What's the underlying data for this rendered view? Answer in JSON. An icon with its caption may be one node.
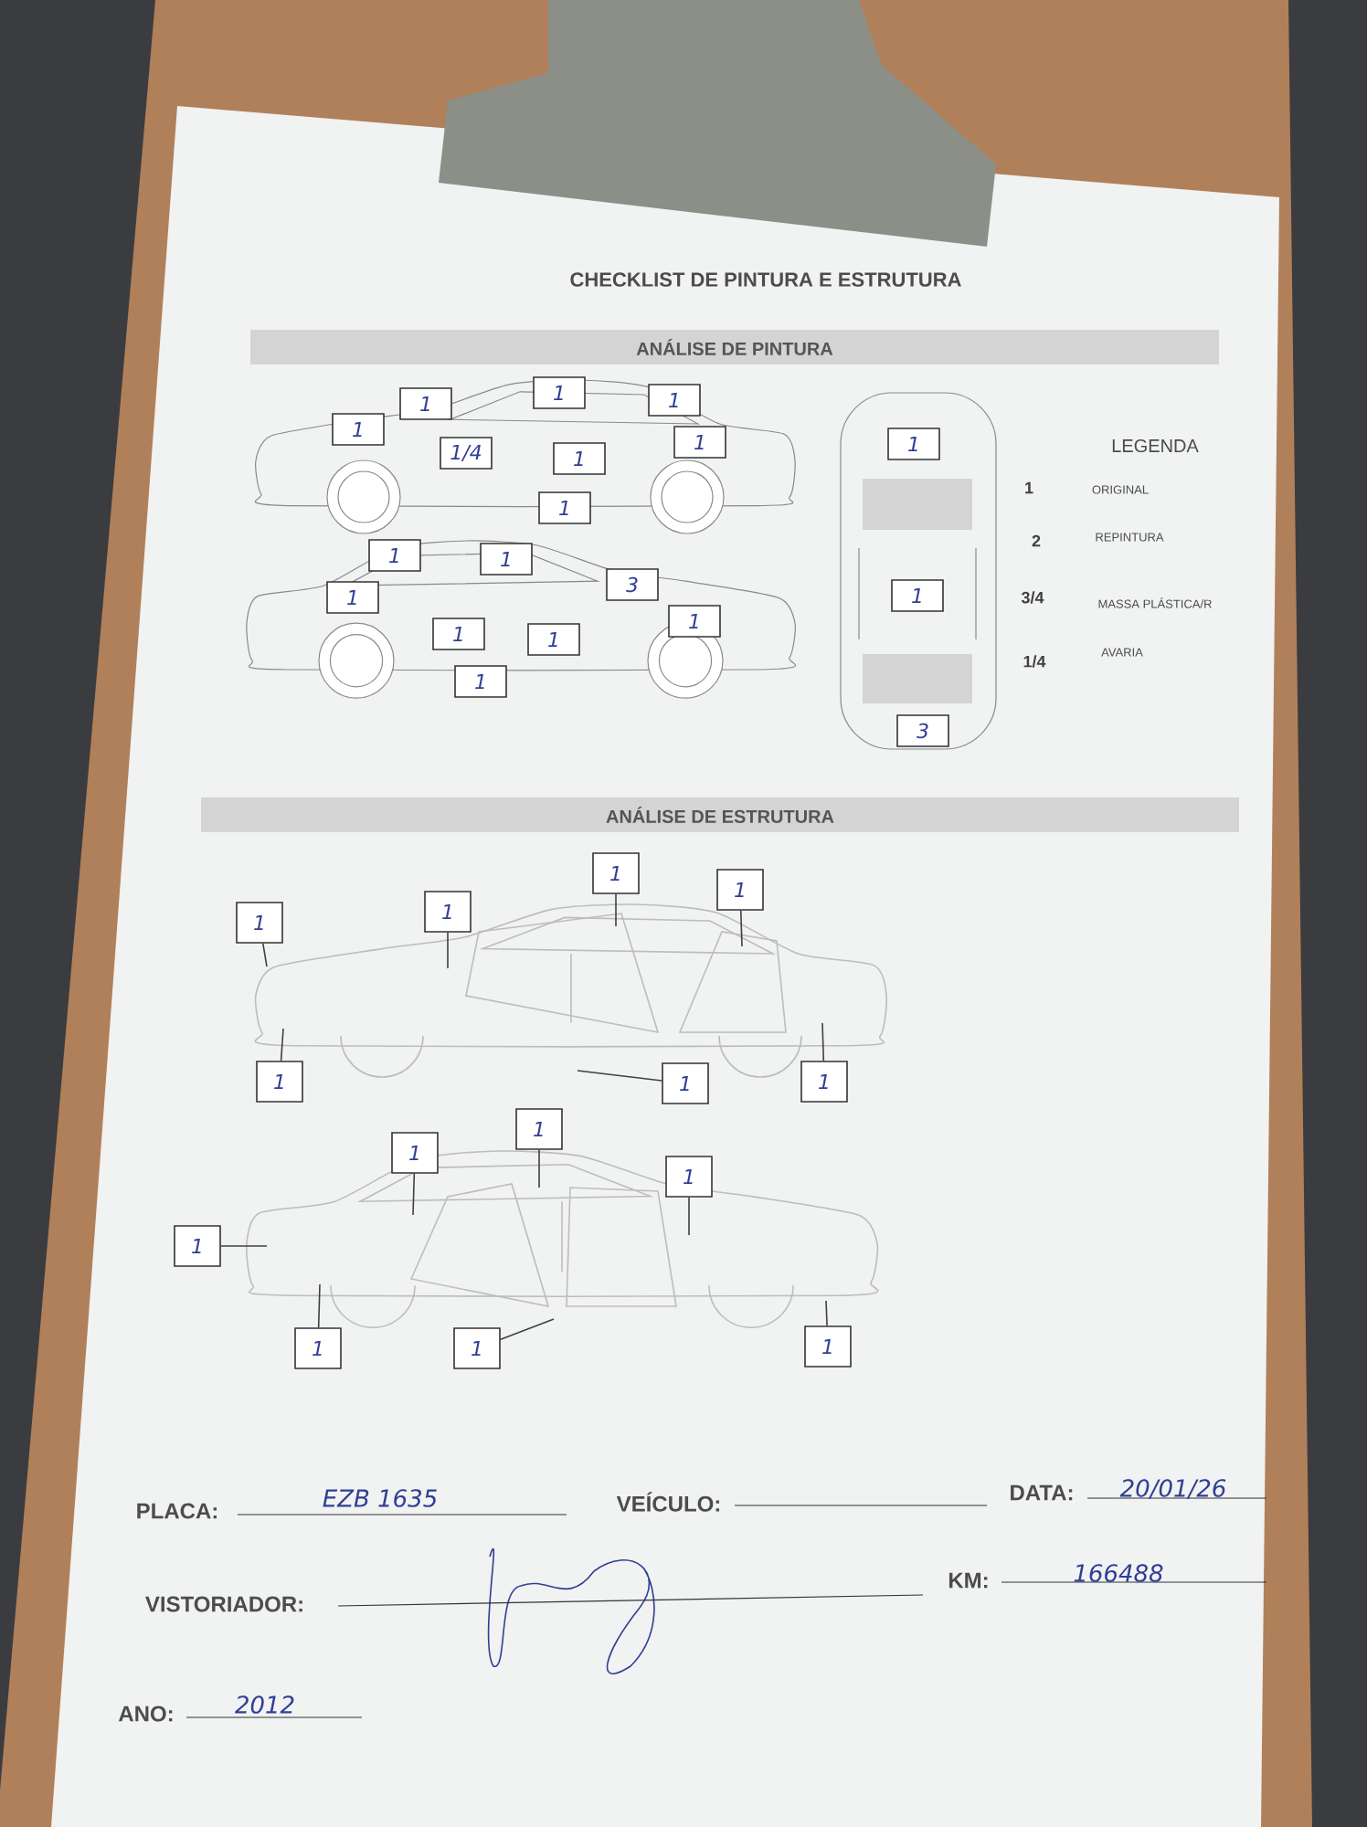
{
  "diagram": {
    "title": "CHECKLIST DE PINTURA E ESTRUTURA",
    "nodes": [
      {
        "text": [
          "ANÁLISE DE PINTURA"
        ]
      },
      {
        "text": [
          "1"
        ]
      },
      {
        "text": [
          "1"
        ]
      },
      {
        "text": [
          "1"
        ]
      },
      {
        "text": [
          "1"
        ]
      },
      {
        "text": [
          "1"
        ]
      },
      {
        "text": [
          "1/4"
        ]
      },
      {
        "text": [
          "1"
        ]
      },
      {
        "text": [
          "1"
        ]
      },
      {
        "text": [
          "1"
        ]
      },
      {
        "text": [
          "1"
        ]
      },
      {
        "text": [
          "3"
        ]
      },
      {
        "text": [
          "1"
        ]
      },
      {
        "text": [
          "1"
        ]
      },
      {
        "text": [
          "1"
        ]
      },
      {
        "text": [
          "1"
        ]
      },
      {
        "text": [
          "1"
        ]
      },
      {
        "text": [
          "1"
        ]
      },
      {
        "text": [
          "1"
        ]
      },
      {
        "text": [
          "3"
        ]
      },
      {
        "text": [
          "ANÁLISE DE ESTRUTURA"
        ]
      },
      {
        "text": [
          "1"
        ]
      },
      {
        "text": [
          "1"
        ]
      },
      {
        "text": [
          "1"
        ]
      },
      {
        "text": [
          "1"
        ]
      },
      {
        "text": [
          "1"
        ]
      },
      {
        "text": [
          "1"
        ]
      },
      {
        "text": [
          "1"
        ]
      },
      {
        "text": [
          "1"
        ]
      },
      {
        "text": [
          "1"
        ]
      },
      {
        "text": [
          "1"
        ]
      },
      {
        "text": [
          "1"
        ]
      },
      {
        "text": [
          "1"
        ]
      },
      {
        "text": [
          "1"
        ]
      },
      {
        "text": [
          "1"
        ]
      }
    ],
    "edges": [
      {
        "from": 21,
        "to": null,
        "arrow": "none"
      },
      {
        "from": 22,
        "to": null,
        "arrow": "none"
      },
      {
        "from": 23,
        "to": null,
        "arrow": "none"
      },
      {
        "from": 24,
        "to": null,
        "arrow": "none"
      },
      {
        "from": 25,
        "to": null,
        "arrow": "none"
      },
      {
        "from": 26,
        "to": null,
        "arrow": "none"
      },
      {
        "from": 27,
        "to": null,
        "arrow": "none"
      },
      {
        "from": 28,
        "to": null,
        "arrow": "none"
      },
      {
        "from": 29,
        "to": null,
        "arrow": "none"
      },
      {
        "from": 30,
        "to": null,
        "arrow": "none"
      },
      {
        "from": 31,
        "to": null,
        "arrow": "none"
      },
      {
        "from": 32,
        "to": null,
        "arrow": "none"
      },
      {
        "from": 33,
        "to": null,
        "arrow": "none"
      },
      {
        "from": 34,
        "to": null,
        "arrow": "none"
      }
    ],
    "labels": [
      "LEGENDA",
      "1",
      "ORIGINAL",
      "2",
      "REPINTURA",
      "3/4",
      "MASSA PLÁSTICA/R",
      "1/4",
      "AVARIA",
      "PLACA:",
      "EZB 1635",
      "VEÍCULO:",
      "DATA:",
      "20/01/26",
      "VISTORIADOR:",
      "KM:",
      "166488",
      "ANO:",
      "2012"
    ]
  }
}
